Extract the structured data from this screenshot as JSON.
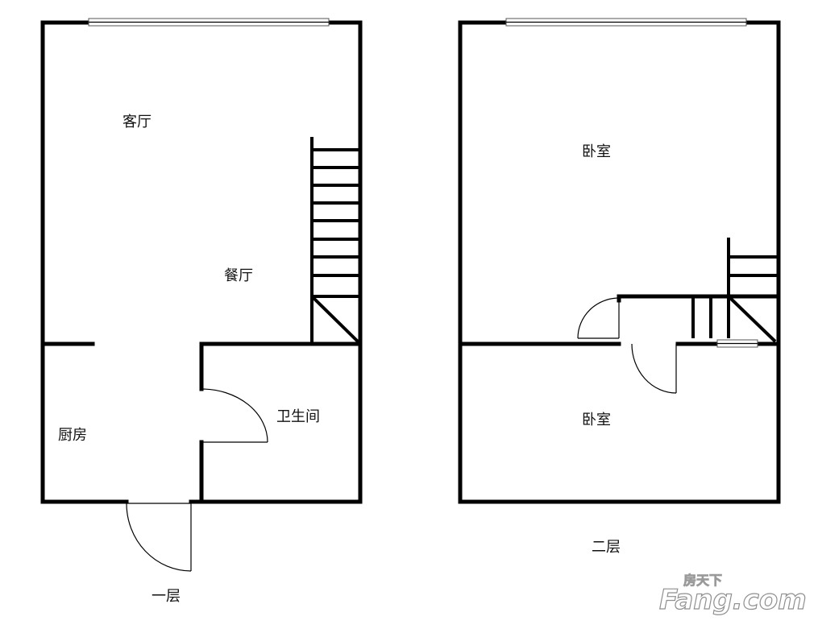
{
  "floor1": {
    "rooms": {
      "living": "客厅",
      "dining": "餐厅",
      "bathroom": "卫生间",
      "kitchen": "厨房"
    },
    "level_label": "一层"
  },
  "floor2": {
    "rooms": {
      "bedroom_top": "卧室",
      "bedroom_bottom": "卧室"
    },
    "level_label": "二层"
  },
  "watermark": {
    "cn": "房天下",
    "en": "Fang.com"
  }
}
